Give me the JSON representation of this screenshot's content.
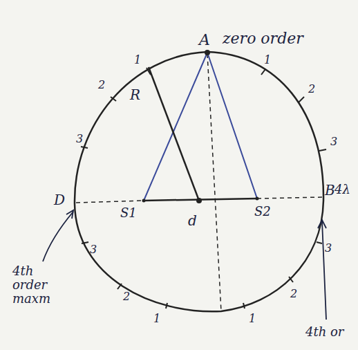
{
  "diagram": {
    "labels": [
      "A",
      "zero order",
      "1",
      "2",
      "3",
      "1",
      "2",
      "3",
      "R",
      "S1",
      "S2",
      "d",
      "D",
      "B",
      "4λ",
      "3",
      "2",
      "1",
      "3",
      "2",
      "1",
      "4th order maxm",
      "4th or"
    ]
  }
}
